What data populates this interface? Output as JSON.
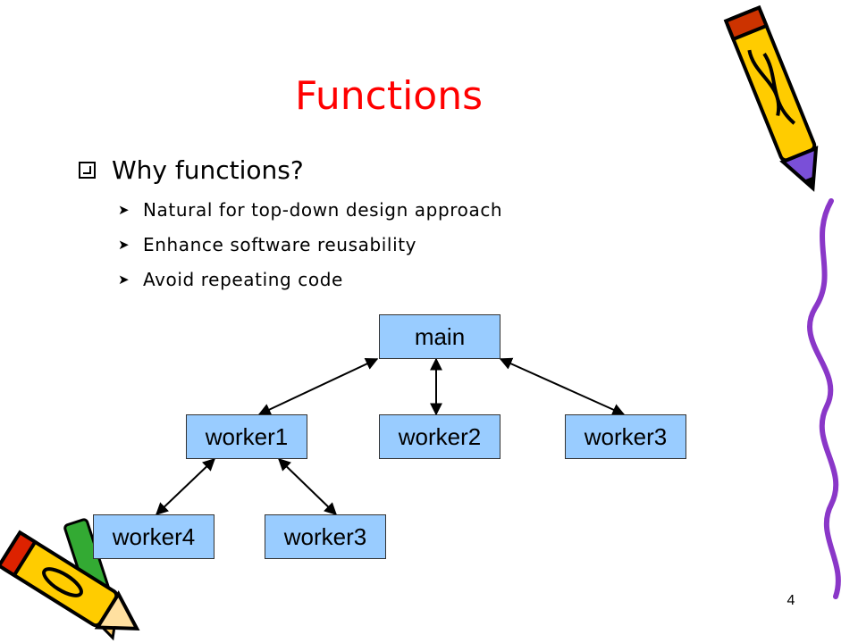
{
  "slide": {
    "title": "Functions",
    "bullet": "Why functions?",
    "sub_bullets": [
      "Natural for top-down design approach",
      "Enhance software reusability",
      "Avoid repeating code"
    ],
    "page_number": "4"
  },
  "diagram": {
    "nodes": [
      {
        "id": "main",
        "label": "main"
      },
      {
        "id": "worker1",
        "label": "worker1"
      },
      {
        "id": "worker2",
        "label": "worker2"
      },
      {
        "id": "worker3a",
        "label": "worker3"
      },
      {
        "id": "worker4",
        "label": "worker4"
      },
      {
        "id": "worker3b",
        "label": "worker3"
      }
    ],
    "edges": [
      {
        "from": "main",
        "to": "worker1",
        "bidirectional": true
      },
      {
        "from": "main",
        "to": "worker2",
        "bidirectional": true
      },
      {
        "from": "main",
        "to": "worker3a",
        "bidirectional": true
      },
      {
        "from": "worker1",
        "to": "worker4",
        "bidirectional": true
      },
      {
        "from": "worker1",
        "to": "worker3b",
        "bidirectional": true
      }
    ],
    "colors": {
      "node_fill": "#99ccff",
      "node_border": "#333333",
      "edge": "#000000"
    }
  },
  "colors": {
    "title": "#ff0000",
    "text": "#000000"
  },
  "decorations": [
    "pencil-icon-top-right",
    "pencils-icon-bottom-left",
    "squiggle-line-right"
  ]
}
